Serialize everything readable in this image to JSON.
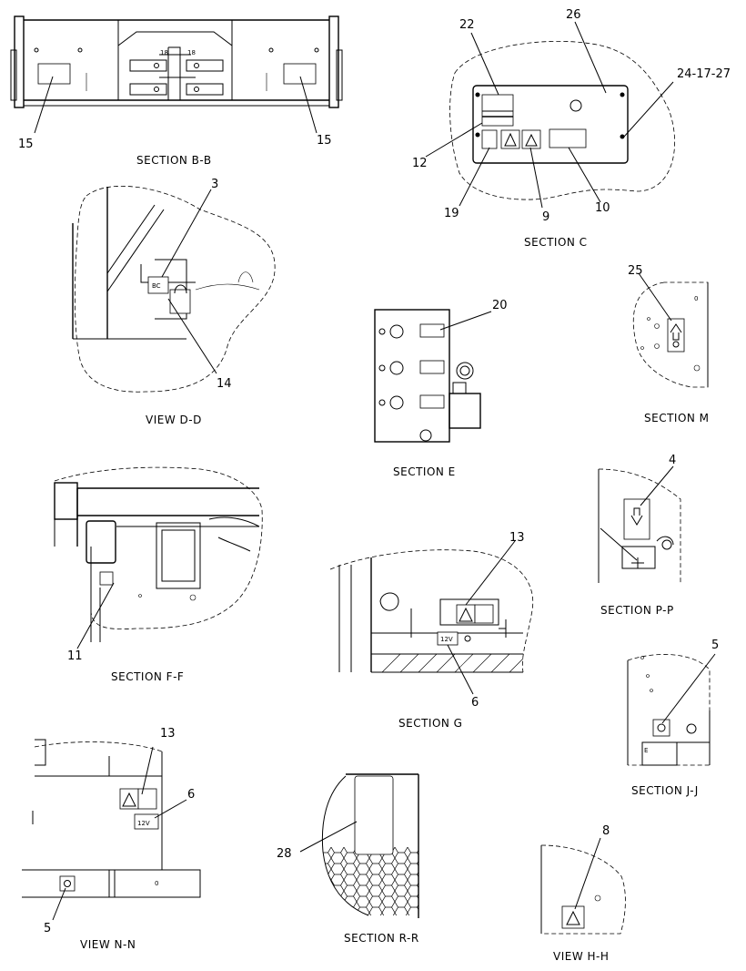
{
  "captions": {
    "section_bb": "SECTION  B-B",
    "section_c": "SECTION  C",
    "view_dd": "VIEW  D-D",
    "section_e": "SECTION  E",
    "section_m": "SECTION  M",
    "section_ff": "SECTION  F-F",
    "section_g": "SECTION  G",
    "section_pp": "SECTION  P-P",
    "section_jj": "SECTION  J-J",
    "view_nn": "VIEW  N-N",
    "section_rr": "SECTION  R-R",
    "view_hh": "VIEW  H-H"
  },
  "callouts": {
    "bb_left": "15",
    "bb_right": "15",
    "c_22": "22",
    "c_26": "26",
    "c_24_17_27": "24-17-27",
    "c_12": "12",
    "c_19": "19",
    "c_9": "9",
    "c_10": "10",
    "dd_3": "3",
    "dd_14": "14",
    "e_20": "20",
    "m_25": "25",
    "pp_4": "4",
    "ff_11": "11",
    "g_13": "13",
    "g_6": "6",
    "jj_5": "5",
    "nn_13": "13",
    "nn_6": "6",
    "nn_5": "5",
    "rr_28": "28",
    "hh_8": "8"
  },
  "marks": {
    "bb_center_left": "18",
    "bb_center_right": "18",
    "dd_plate": "BC",
    "g_voltage": "12V",
    "nn_voltage": "12V",
    "nn_zero": "0",
    "jj_box": "E",
    "m_zero": "0"
  }
}
